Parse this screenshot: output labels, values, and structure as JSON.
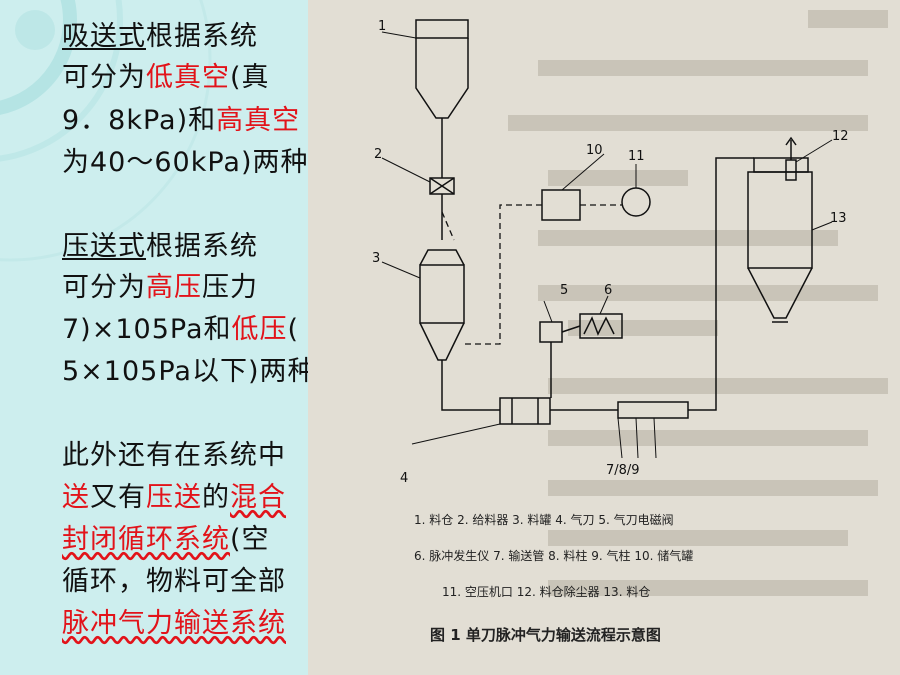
{
  "left_text": {
    "p1_l1_a": "吸送式",
    "p1_l1_b": "根据系统",
    "p1_l2_a": "可分为",
    "p1_l2_b": "低真空",
    "p1_l2_c": "(真",
    "p1_l3_a": "9．8kPa)和",
    "p1_l3_b": "高真空",
    "p1_l4": "为40～60kPa)两种",
    "p2_l1_a": "压送式",
    "p2_l1_b": "根据系统",
    "p2_l2_a": "可分为",
    "p2_l2_b": "高压",
    "p2_l2_c": "压力",
    "p2_l3_a": "7)×105Pa和",
    "p2_l3_b": "低压",
    "p2_l3_c": "(",
    "p2_l4": "5×105Pa以下)两种",
    "p3_l1": "此外还有在系统中",
    "p3_l2_a": "送",
    "p3_l2_b": "又有",
    "p3_l2_c": "压送",
    "p3_l2_d": "的",
    "p3_l2_e": "混合",
    "p3_l3_a": "封闭循环系统",
    "p3_l3_b": "(空",
    "p3_l4": "循环，物料可全部",
    "p3_l5": "脉冲气力输送系统"
  },
  "diagram": {
    "labels": [
      "1",
      "2",
      "3",
      "4",
      "5",
      "6",
      "7",
      "8",
      "9",
      "10",
      "11",
      "12",
      "13"
    ],
    "label_789": "7/8/9",
    "legend_line1": "1. 料仓  2. 给料器  3. 料罐  4. 气刀  5. 气刀电磁阀",
    "legend_line2": "6. 脉冲发生仪  7. 输送管  8. 料柱  9. 气柱  10. 储气罐",
    "legend_line3": "11. 空压机口  12. 料仓除尘器  13. 料仓",
    "caption": "图 1    单刀脉冲气力输送流程示意图"
  },
  "colors": {
    "background": "#cdeeee",
    "accent_red": "#e2131a",
    "scan_paper": "#e2ded4"
  }
}
